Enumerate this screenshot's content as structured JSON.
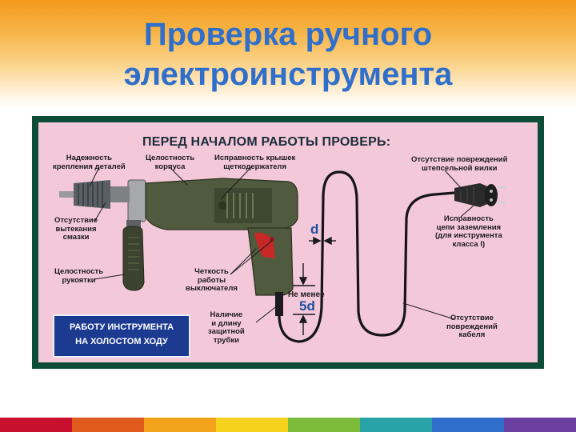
{
  "slide": {
    "title_line1": "Проверка ручного",
    "title_line2": "электроинструмента"
  },
  "poster": {
    "heading": "ПЕРЕД НАЧАЛОМ РАБОТЫ ПРОВЕРЬ:",
    "labels": {
      "chuck": [
        "Надежность",
        "крепления деталей"
      ],
      "body": [
        "Целостность",
        "корпуса"
      ],
      "brushes": [
        "Исправность крышек",
        "щеткодержателя"
      ],
      "plug": [
        "Отсутствие повреждений",
        "штепсельной вилки"
      ],
      "grease": [
        "Отсутствие",
        "вытекания",
        "смазки"
      ],
      "handle": [
        "Целостность",
        "рукоятки"
      ],
      "switch": [
        "Четкость",
        "работы",
        "выключателя"
      ],
      "grounding": [
        "Исправность",
        "цепи заземления",
        "(для инструмента",
        "класса I)"
      ],
      "tube": [
        "Наличие",
        "и длину",
        "защитной",
        "трубки"
      ],
      "cable": [
        "Отсутствие",
        "повреждений",
        "кабеля"
      ]
    },
    "dimension_d": "d",
    "dimension_not_less": "Не менее",
    "dimension_5d": "5d",
    "idle_box": [
      "РАБОТУ ИНСТРУМЕНТА",
      "НА ХОЛОСТОМ ХОДУ"
    ]
  },
  "colors": {
    "title": "#2f6fcb",
    "frame": "#0d4d38",
    "poster_bg": "#f3c8d8",
    "box": "#1c3a8f",
    "bottom_bar": [
      "#c8102e",
      "#e05a1e",
      "#f2a31b",
      "#f5d21b",
      "#7dbb3a",
      "#2aa3a8",
      "#2f6fcb",
      "#6a3fa0"
    ]
  }
}
